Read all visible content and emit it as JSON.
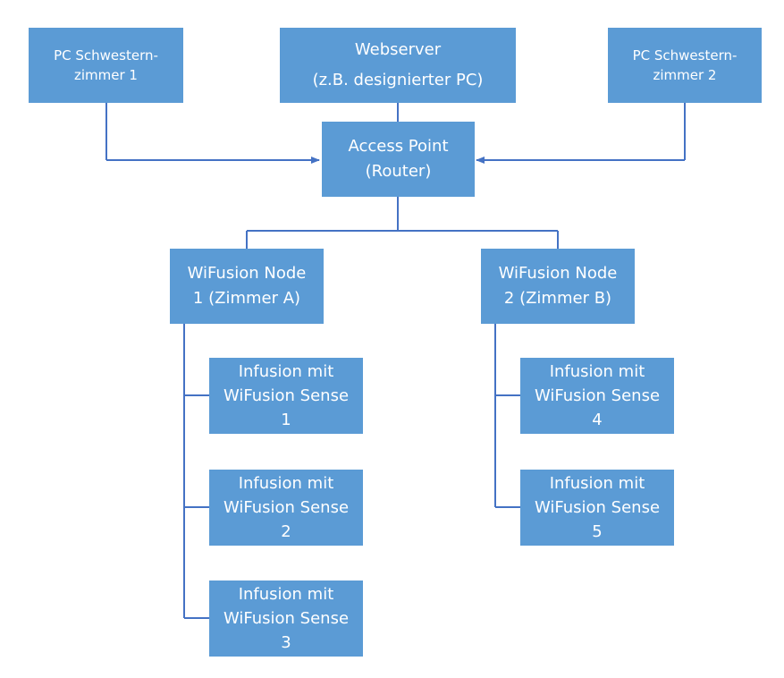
{
  "colors": {
    "box_fill": "#5b9bd5",
    "connector": "#4472c4",
    "text": "#ffffff"
  },
  "nodes": {
    "pc1": {
      "label": "PC Schwestern-\nzimmer 1"
    },
    "webserver": {
      "line1": "Webserver",
      "line2": "(z.B. designierter PC)"
    },
    "pc2": {
      "label": "PC Schwestern-\nzimmer 2"
    },
    "access_point": {
      "label": "Access Point\n(Router)"
    },
    "node1": {
      "label": "WiFusion Node\n1 (Zimmer A)"
    },
    "node2": {
      "label": "WiFusion Node\n2 (Zimmer B)"
    },
    "sense1": {
      "label": "Infusion mit\nWiFusion Sense\n1"
    },
    "sense2": {
      "label": "Infusion mit\nWiFusion Sense\n2"
    },
    "sense3": {
      "label": "Infusion mit\nWiFusion Sense\n3"
    },
    "sense4": {
      "label": "Infusion mit\nWiFusion Sense\n4"
    },
    "sense5": {
      "label": "Infusion mit\nWiFusion Sense\n5"
    }
  },
  "edges": [
    {
      "from": "pc1",
      "to": "access_point",
      "arrow": true
    },
    {
      "from": "pc2",
      "to": "access_point",
      "arrow": true
    },
    {
      "from": "webserver",
      "to": "access_point",
      "arrow": false
    },
    {
      "from": "access_point",
      "to": "node1",
      "arrow": false
    },
    {
      "from": "access_point",
      "to": "node2",
      "arrow": false
    },
    {
      "from": "node1",
      "to": "sense1",
      "arrow": false
    },
    {
      "from": "node1",
      "to": "sense2",
      "arrow": false
    },
    {
      "from": "node1",
      "to": "sense3",
      "arrow": false
    },
    {
      "from": "node2",
      "to": "sense4",
      "arrow": false
    },
    {
      "from": "node2",
      "to": "sense5",
      "arrow": false
    }
  ]
}
